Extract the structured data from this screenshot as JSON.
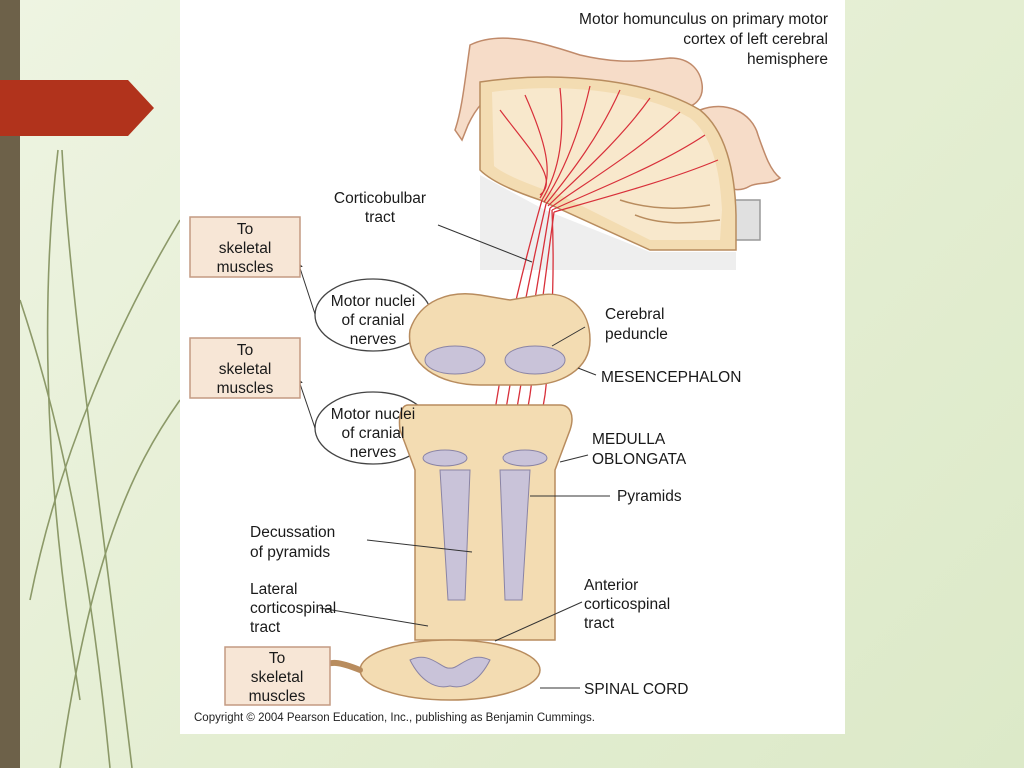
{
  "slide": {
    "colors": {
      "background": "#e4eed2",
      "side_bar": "#6d6149",
      "accent_tab": "#b1331c"
    }
  },
  "figure": {
    "labels": {
      "homunculus_title": [
        "Motor homunculus on primary motor",
        "cortex of left cerebral",
        "hemisphere"
      ],
      "corticobulbar": [
        "Corticobulbar",
        "tract"
      ],
      "cerebral_peduncle": [
        "Cerebral",
        "peduncle"
      ],
      "mesencephalon": "MESENCEPHALON",
      "medulla": [
        "MEDULLA",
        "OBLONGATA"
      ],
      "pyramids": "Pyramids",
      "decussation": [
        "Decussation",
        "of pyramids"
      ],
      "lateral_cst": [
        "Lateral",
        "corticospinal",
        "tract"
      ],
      "anterior_cst": [
        "Anterior",
        "corticospinal",
        "tract"
      ],
      "spinal_cord": "SPINAL CORD",
      "to_skeletal_1": [
        "To",
        "skeletal",
        "muscles"
      ],
      "to_skeletal_2": [
        "To",
        "skeletal",
        "muscles"
      ],
      "to_skeletal_3": [
        "To",
        "skeletal",
        "muscles"
      ],
      "motor_nuclei_1": [
        "Motor nuclei",
        "of cranial",
        "nerves"
      ],
      "motor_nuclei_2": [
        "Motor nuclei",
        "of cranial",
        "nerves"
      ]
    },
    "copyright": "Copyright © 2004 Pearson Education, Inc., publishing as Benjamin Cummings.",
    "colors": {
      "tissue": "#f3dcb2",
      "tissue_dark": "#e2b77e",
      "grey_matter": "#c9c3d9",
      "tract": "#d8303a",
      "box_fill": "#f7e6d6",
      "box_stroke": "#c49a82"
    }
  }
}
